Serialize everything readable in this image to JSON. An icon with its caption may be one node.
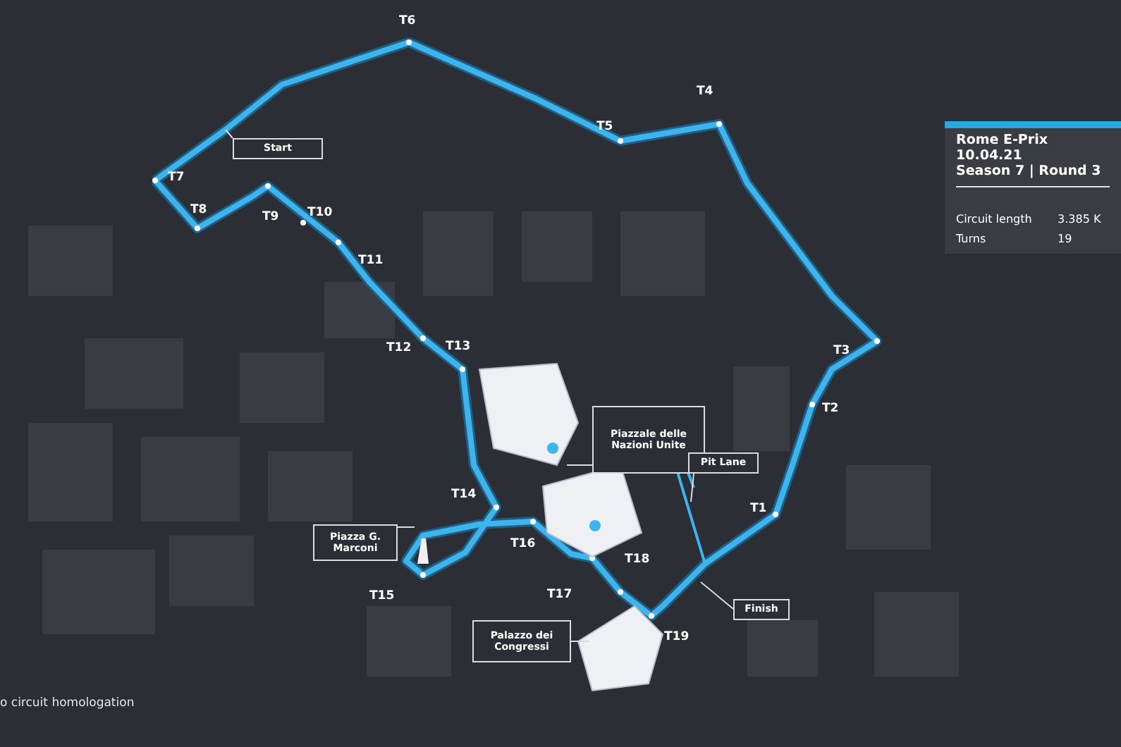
{
  "diagram": {
    "nodes": [
      {
        "text": [
          "Rome E-Prix",
          "10.04.21",
          "Season 7 | Round 3",
          "Circuit length",
          "3.385 K",
          "Turns",
          "19"
        ]
      },
      {
        "text": [
          "Start"
        ]
      },
      {
        "text": [
          "Piazzale delle Nazioni Unite"
        ]
      },
      {
        "text": [
          "Pit Lane"
        ]
      },
      {
        "text": [
          "Piazza G. Marconi"
        ]
      },
      {
        "text": [
          "Finish"
        ]
      },
      {
        "text": [
          "Palazzo dei Congressi"
        ]
      }
    ],
    "edges": [
      {
        "from": 1,
        "to": null,
        "arrow": "none"
      },
      {
        "from": 2,
        "to": null,
        "arrow": "none"
      },
      {
        "from": 3,
        "to": null,
        "arrow": "none"
      },
      {
        "from": 4,
        "to": null,
        "arrow": "none"
      },
      {
        "from": 5,
        "to": null,
        "arrow": "none"
      },
      {
        "from": 6,
        "to": null,
        "arrow": "none"
      }
    ],
    "labels": [
      "T6",
      "T4",
      "T5",
      "T7",
      "T8",
      "T9",
      "T10",
      "T11",
      "T12",
      "T13",
      "T3",
      "T2",
      "T1",
      "T14",
      "T16",
      "T18",
      "T15",
      "T17",
      "T19",
      "o circuit homologation"
    ]
  }
}
